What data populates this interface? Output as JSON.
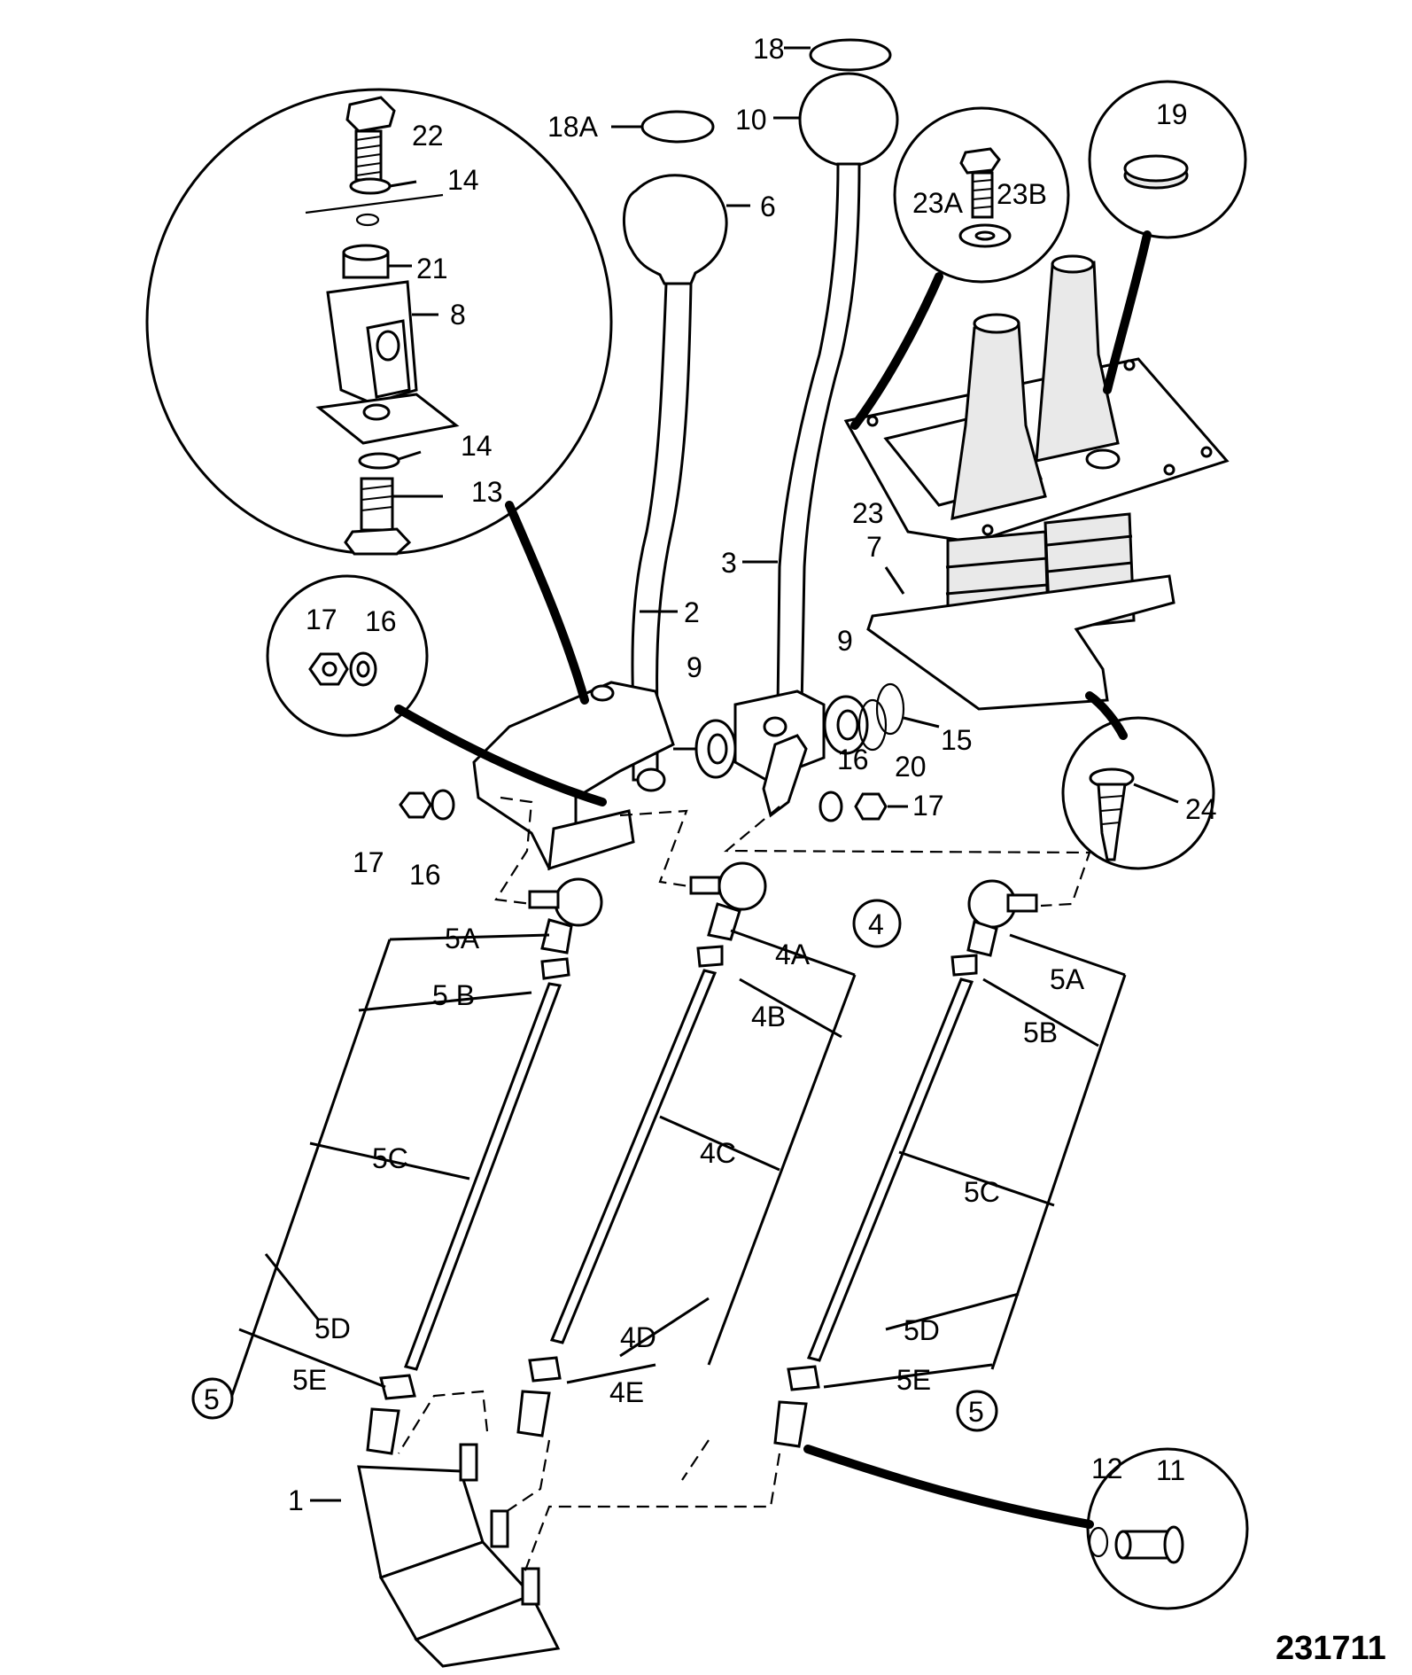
{
  "reference_number": "231711",
  "callouts": {
    "c18": "18",
    "c18A": "18A",
    "c10": "10",
    "c6": "6",
    "c22": "22",
    "c14a": "14",
    "c21": "21",
    "c8": "8",
    "c14b": "14",
    "c13": "13",
    "c23A": "23A",
    "c23B": "23B",
    "c19": "19",
    "c23": "23",
    "c7": "7",
    "c3": "3",
    "c2": "2",
    "c9a": "9",
    "c9b": "9",
    "c15": "15",
    "c20": "20",
    "c16a": "16",
    "c17a": "17",
    "c17b": "17",
    "c16b": "16",
    "c16c": "16",
    "c17c": "17",
    "c24": "24",
    "c5A_l": "5A",
    "c5B_l": "5 B",
    "c5C_l": "5C",
    "c5D_l": "5D",
    "c5E_l": "5E",
    "c5_l": "5",
    "c4": "4",
    "c4A": "4A",
    "c4B": "4B",
    "c4C": "4C",
    "c4D": "4D",
    "c4E": "4E",
    "c5A_r": "5A",
    "c5B_r": "5B",
    "c5C_r": "5C",
    "c5D_r": "5D",
    "c5E_r": "5E",
    "c5_r": "5",
    "c1": "1",
    "c12": "12",
    "c11": "11"
  }
}
